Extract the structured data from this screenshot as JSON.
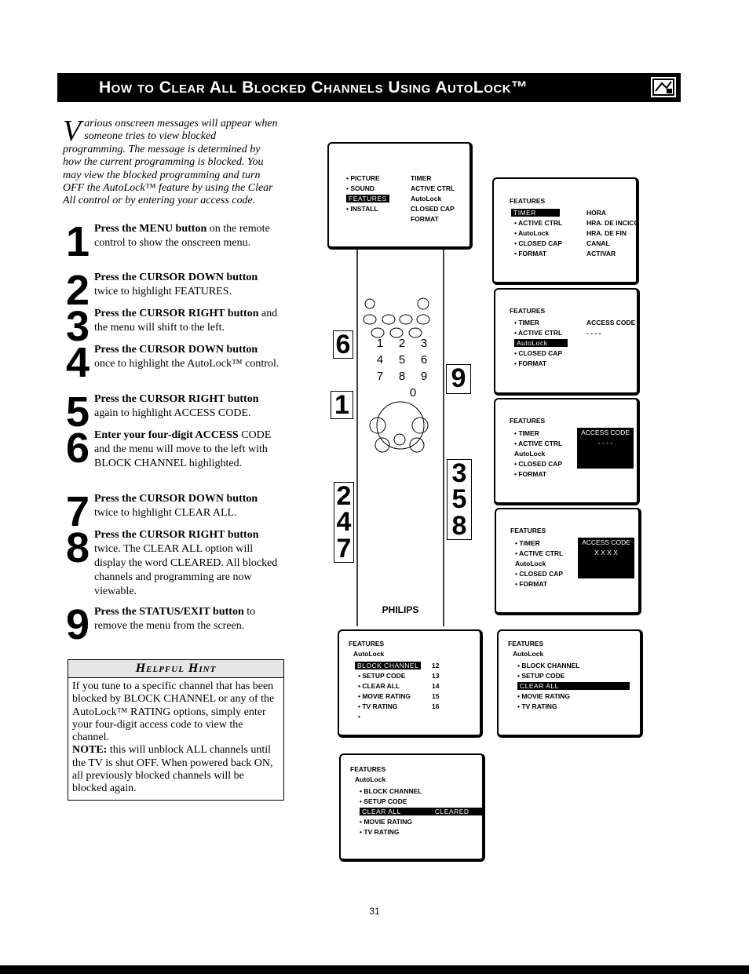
{
  "header": {
    "title": "How to Clear All Blocked Channels Using AutoLock™"
  },
  "intro": {
    "drop_cap": "V",
    "text": "arious onscreen messages will appear when someone tries to view blocked programming. The message is determined by how the current programming is blocked. You may view the blocked programming and turn OFF the AutoLock™ feature by using the Clear All control or by entering your access code."
  },
  "steps": [
    {
      "num": "1",
      "bold": "Press the MENU button",
      "rest": " on the remote control to show the onscreen menu."
    },
    {
      "num": "2",
      "bold": "Press the CURSOR DOWN button",
      "rest": " twice to highlight FEATURES."
    },
    {
      "num": "3",
      "bold": "Press the CURSOR RIGHT button",
      "rest": " and the menu will shift to the left."
    },
    {
      "num": "4",
      "bold": "Press the CURSOR DOWN button",
      "rest": " once to highlight the AutoLock™ control."
    },
    {
      "num": "5",
      "bold": "Press the CURSOR RIGHT button",
      "rest": " again to highlight ACCESS CODE."
    },
    {
      "num": "6",
      "bold": "Enter your four-digit ACCESS",
      "rest": " CODE and the menu will move to the left with BLOCK CHANNEL highlighted."
    },
    {
      "num": "7",
      "bold": "Press the CURSOR DOWN button",
      "rest": " twice to highlight CLEAR ALL."
    },
    {
      "num": "8",
      "bold": "Press the CURSOR RIGHT button",
      "rest": " twice. The CLEAR ALL option will display the word CLEARED. All blocked channels and programming are now viewable."
    },
    {
      "num": "9",
      "bold": "Press the STATUS/EXIT button",
      "rest": " to remove the menu from the screen."
    }
  ],
  "hint": {
    "title": "Helpful Hint",
    "text": "If you tune to a specific channel that has been blocked by BLOCK CHANNEL or any of the AutoLock™ RATING options, simply enter your four-digit access code to view the channel.",
    "note_label": "NOTE:",
    "note": " this will unblock ALL channels until the TV is shut OFF. When powered back ON, all previously blocked channels will be blocked again."
  },
  "screens": {
    "s1": {
      "left": [
        "• PICTURE",
        "• SOUND",
        "FEATURES",
        "• INSTALL"
      ],
      "right": [
        "TIMER",
        "ACTIVE CTRL",
        "AutoLock",
        "CLOSED CAP",
        "FORMAT"
      ]
    },
    "s2": {
      "title": "FEATURES",
      "left": [
        "TIMER",
        "• ACTIVE CTRL",
        "• AutoLock",
        "• CLOSED CAP",
        "• FORMAT"
      ],
      "right": [
        "HORA",
        "HRA. DE INCICO",
        "HRA. DE FIN",
        "CANAL",
        "ACTIVAR"
      ]
    },
    "s3": {
      "title": "FEATURES",
      "left": [
        "• TIMER",
        "• ACTIVE CTRL",
        "AutoLock",
        "• CLOSED CAP",
        "• FORMAT"
      ],
      "right": [
        "ACCESS CODE",
        "- - - -"
      ]
    },
    "s4": {
      "title": "FEATURES",
      "left": [
        "• TIMER",
        "• ACTIVE CTRL",
        "AutoLock",
        "• CLOSED CAP",
        "• FORMAT"
      ],
      "right": [
        "ACCESS CODE",
        "- - - -"
      ]
    },
    "s5": {
      "title": "FEATURES",
      "left": [
        "• TIMER",
        "• ACTIVE CTRL",
        "AutoLock",
        "• CLOSED CAP",
        "• FORMAT"
      ],
      "right": [
        "ACCESS CODE",
        "X X X X"
      ]
    },
    "s6": {
      "title": "FEATURES",
      "sub": "AutoLock",
      "items": [
        "BLOCK CHANNEL",
        "• SETUP CODE",
        "• CLEAR ALL",
        "• MOVIE RATING",
        "• TV RATING",
        "•"
      ],
      "nums": [
        "12",
        "13",
        "14",
        "15",
        "16"
      ]
    },
    "s7": {
      "title": "FEATURES",
      "sub": "AutoLock",
      "items": [
        "• BLOCK CHANNEL",
        "• SETUP CODE",
        "CLEAR ALL",
        "• MOVIE RATING",
        "• TV RATING"
      ]
    },
    "s8": {
      "title": "FEATURES",
      "sub": "AutoLock",
      "items": [
        "• BLOCK CHANNEL",
        "• SETUP CODE",
        "CLEAR ALL",
        "• MOVIE RATING",
        "• TV RATING"
      ],
      "cleared": "CLEARED"
    }
  },
  "remote": {
    "brand": "PHILIPS",
    "digits": [
      "1",
      "2",
      "3",
      "4",
      "5",
      "6",
      "7",
      "8",
      "9",
      "0"
    ]
  },
  "callouts": [
    "6",
    "9",
    "1",
    "2",
    "4",
    "7",
    "3",
    "5",
    "8"
  ],
  "page_number": "31"
}
